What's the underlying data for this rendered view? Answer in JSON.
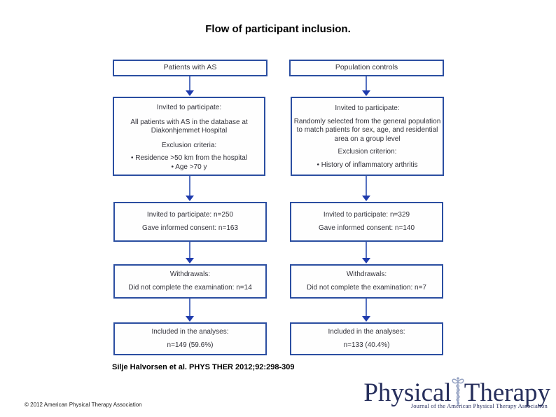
{
  "slide": {
    "title": "Flow of participant inclusion.",
    "citation": "Silje Halvorsen et al. PHYS THER 2012;92:298-309",
    "copyright": "© 2012 American Physical Therapy Association"
  },
  "colors": {
    "box_border": "#2b4ea1",
    "arrow_stem": "#5570c0",
    "arrow_head": "#1f3bad",
    "box_text": "#32323a",
    "logo_navy": "#272f5c",
    "caduceus_gray_blue": "#96a3c3"
  },
  "flow": {
    "left": {
      "header": "Patients with AS",
      "criteria": {
        "line1": "Invited to participate:",
        "line2": "All patients with AS in the database at Diakonhjemmet Hospital",
        "line3": "Exclusion criteria:",
        "bullet1": "• Residence >50 km from the hospital",
        "bullet2": "• Age >70 y"
      },
      "consent": {
        "line1": "Invited to participate: n=250",
        "line2": "Gave informed consent: n=163"
      },
      "withdrawals": {
        "line1": "Withdrawals:",
        "line2": "Did not complete the examination: n=14"
      },
      "included": {
        "line1": "Included in the analyses:",
        "line2": "n=149 (59.6%)"
      }
    },
    "right": {
      "header": "Population controls",
      "criteria": {
        "line1": "Invited to participate:",
        "line2": "Randomly selected from the general population to match patients for sex, age, and residential area on a group level",
        "line3": "Exclusion criterion:",
        "bullet1": "• History of inflammatory arthritis"
      },
      "consent": {
        "line1": "Invited to participate: n=329",
        "line2": "Gave informed consent: n=140"
      },
      "withdrawals": {
        "line1": "Withdrawals:",
        "line2": "Did not complete the examination: n=7"
      },
      "included": {
        "line1": "Included in the analyses:",
        "line2": "n=133 (40.4%)"
      }
    }
  },
  "logo": {
    "word1": "Physical",
    "word2": "Therapy",
    "tagline": "Journal of the American Physical Therapy Association"
  }
}
